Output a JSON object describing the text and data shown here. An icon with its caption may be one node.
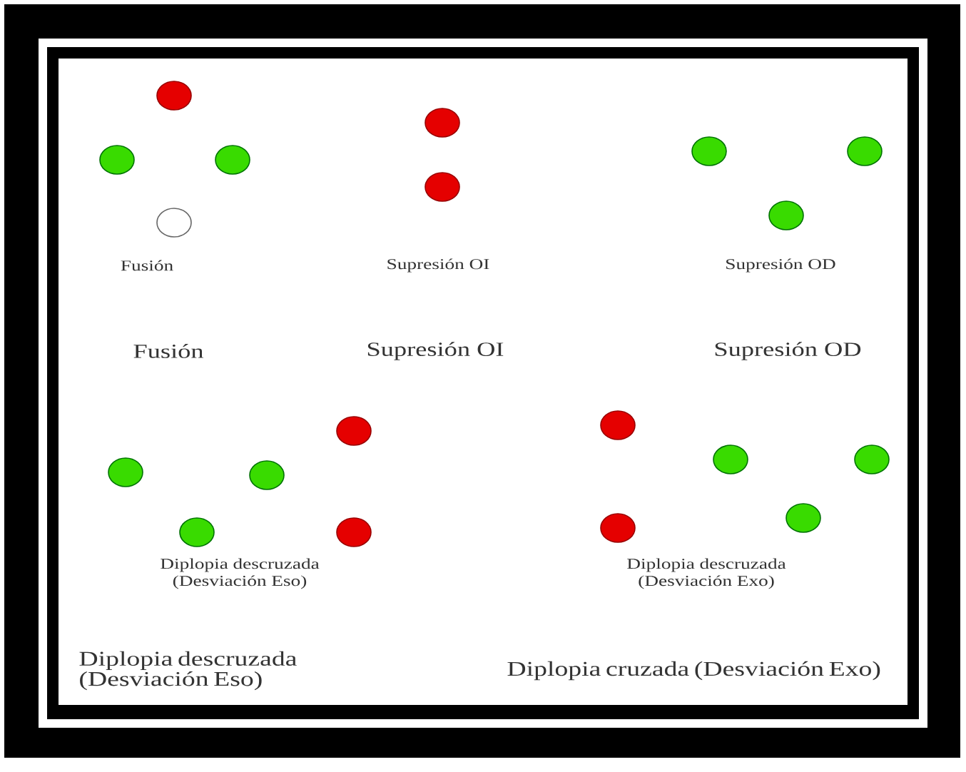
{
  "diagram": {
    "labels": [
      "Fusión",
      "Supresión OI",
      "Supresión OD",
      "Fusión",
      "Supresión OI",
      "Supresión OD",
      "Diplopia descruzada (Desviación Eso)",
      "Diplopia descruzada (Desviación Exo)",
      "Diplopia descruzada (Desviación Eso)",
      "Diplopia cruzada (Desviación Exo)"
    ]
  }
}
